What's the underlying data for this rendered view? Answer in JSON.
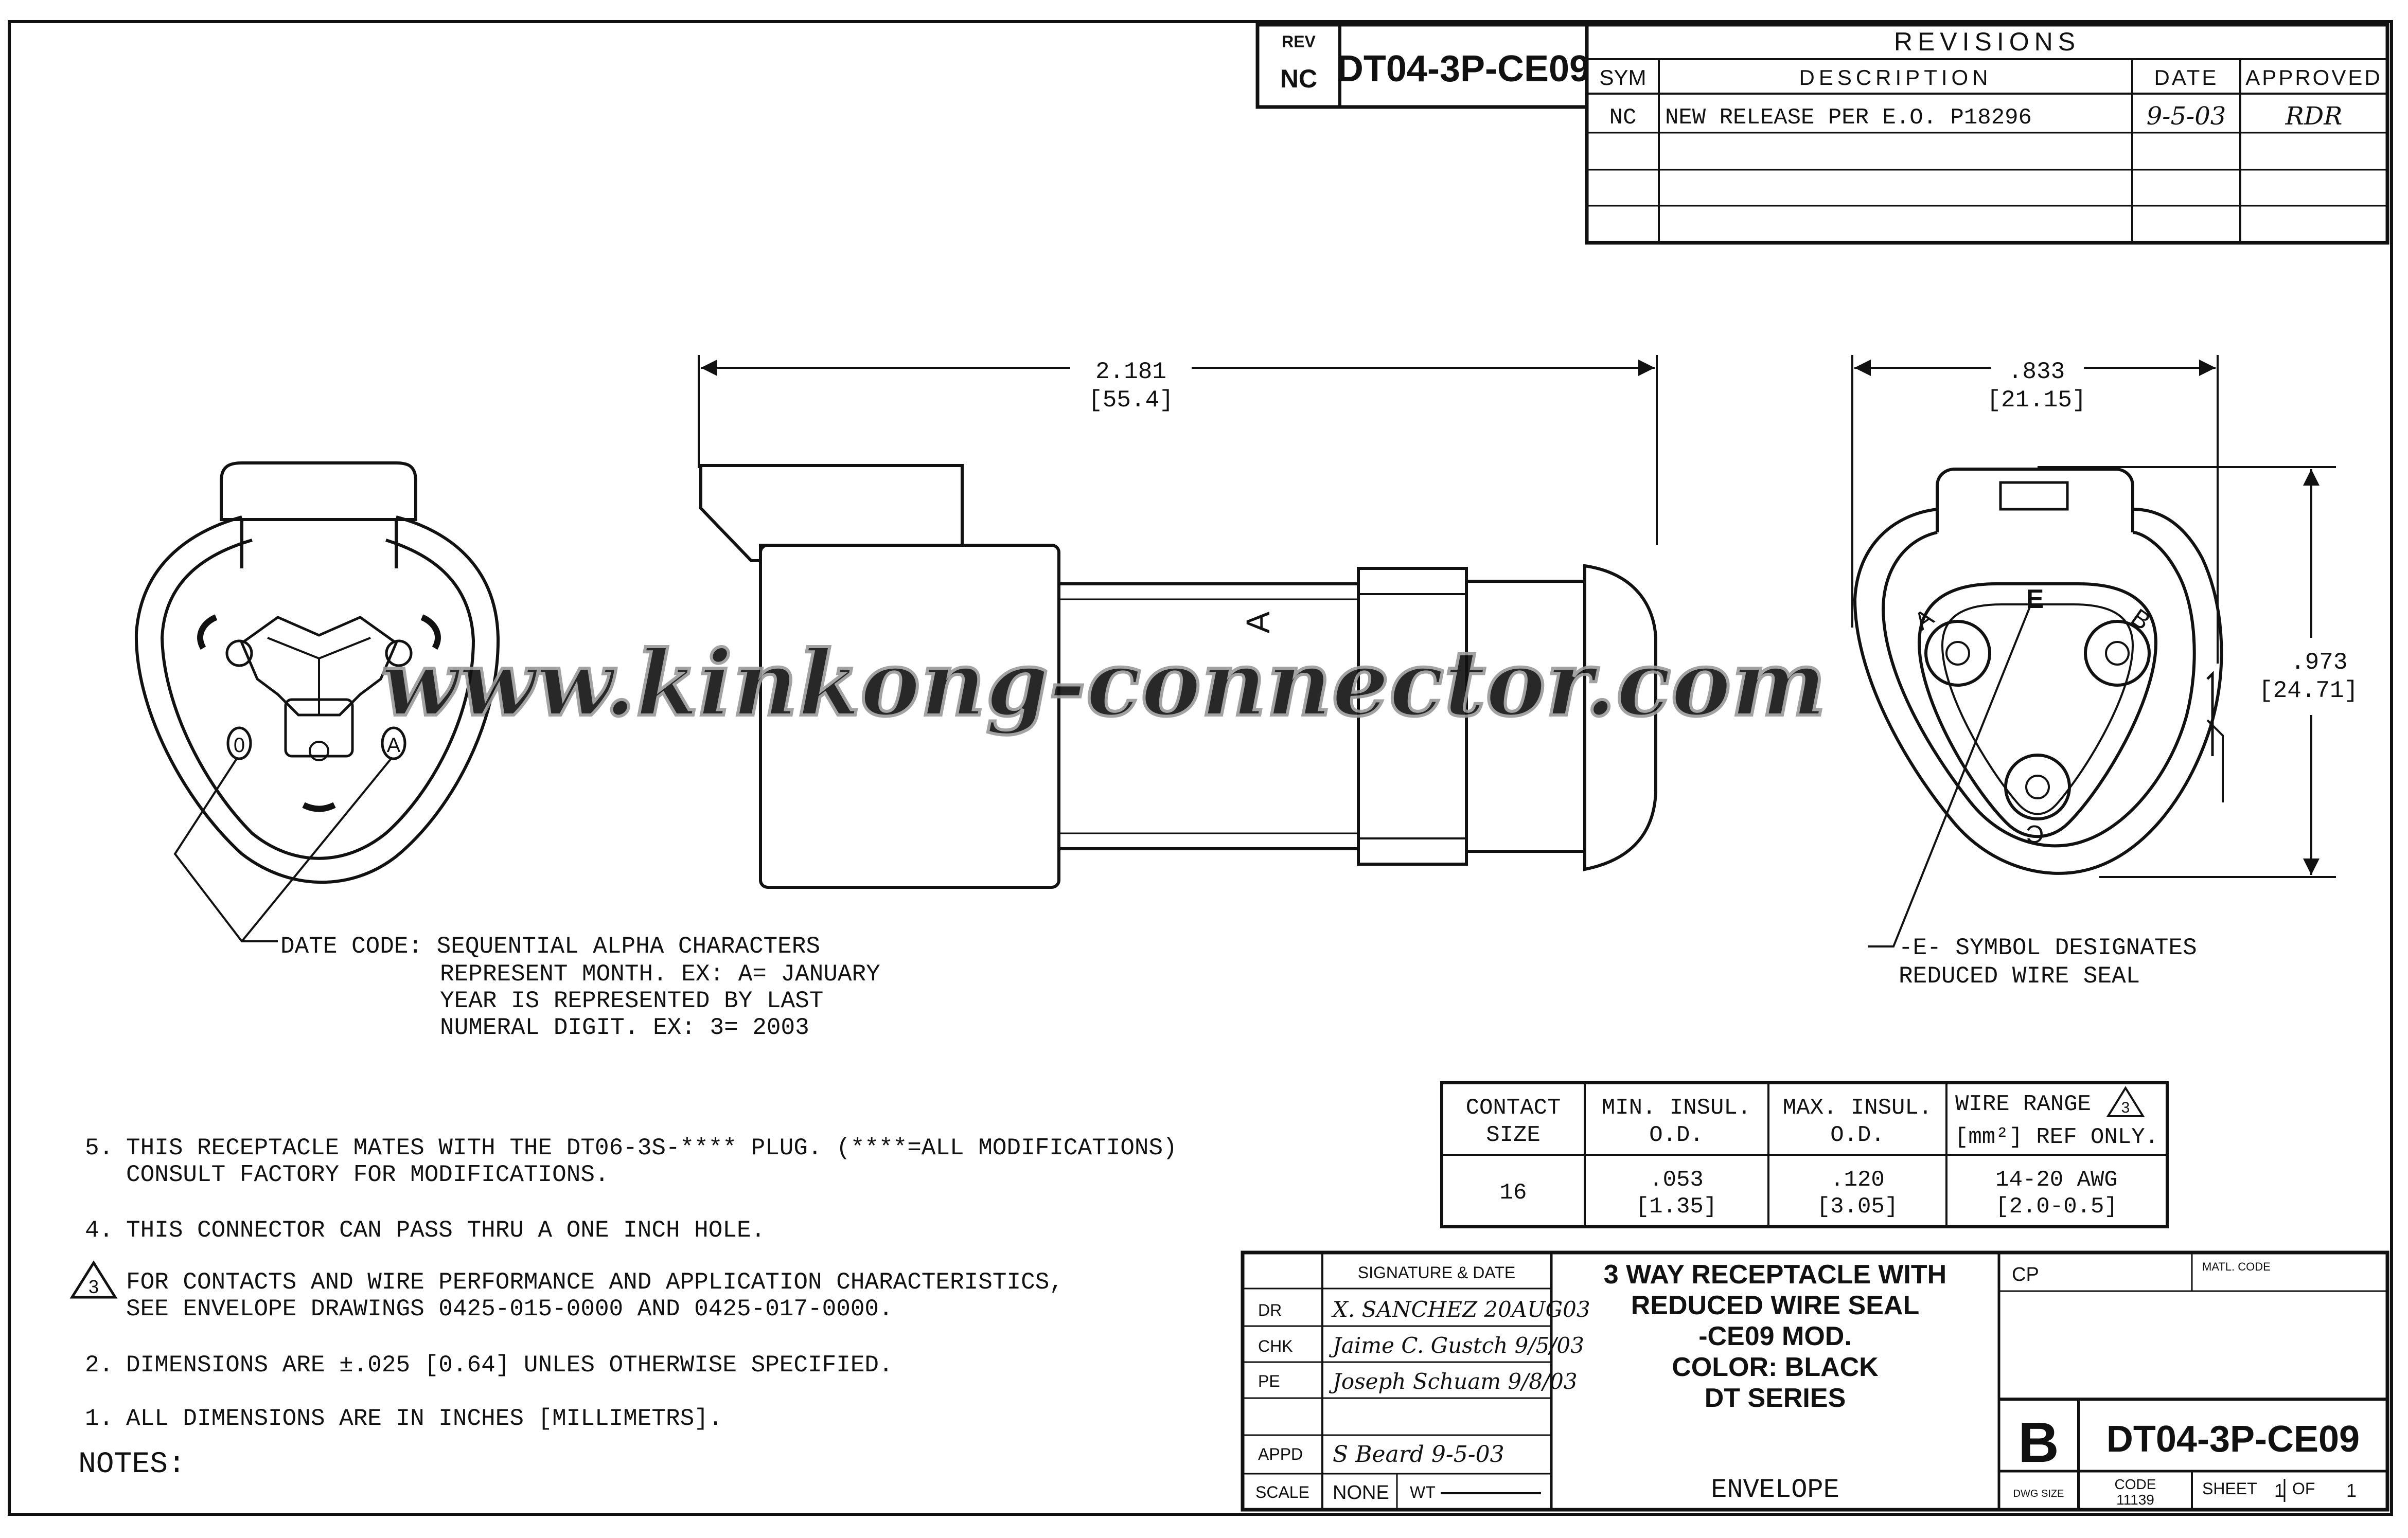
{
  "title_block": {
    "rev_label": "REV",
    "rev_value": "NC",
    "drawing_number": "DT04-3P-CE09",
    "size_letter": "B",
    "dwg_size_label": "DWG SIZE",
    "code_label": "CODE",
    "code_value": "11139",
    "sheet_label": "SHEET",
    "sheet_value": "1",
    "of_label": "OF",
    "of_value": "1",
    "cp_label": "CP",
    "matl_code_label": "MATL. CODE",
    "signature_header": "SIGNATURE & DATE",
    "rows": [
      {
        "role": "DR",
        "sig": "X. SANCHEZ 20AUG03"
      },
      {
        "role": "CHK",
        "sig": "Jaime C. Gustch 9/5/03"
      },
      {
        "role": "PE",
        "sig": "Joseph Schuam 9/8/03"
      },
      {
        "role": "APPD",
        "sig": "S Beard 9-5-03"
      }
    ],
    "scale_label": "SCALE",
    "scale_value": "NONE",
    "wt_label": "WT",
    "description_lines": [
      "3 WAY RECEPTACLE WITH",
      "REDUCED WIRE SEAL",
      "-CE09 MOD.",
      "COLOR: BLACK",
      "DT SERIES"
    ],
    "envelope": "ENVELOPE"
  },
  "revisions": {
    "title": "REVISIONS",
    "headers": [
      "SYM",
      "DESCRIPTION",
      "DATE",
      "APPROVED"
    ],
    "rows": [
      {
        "sym": "NC",
        "description": "NEW RELEASE PER E.O. P18296",
        "date": "9-5-03",
        "approved": "RDR"
      }
    ]
  },
  "dimensions": {
    "length_in": "2.181",
    "length_mm": "[55.4]",
    "width_in": ".833",
    "width_mm": "[21.15]",
    "height_in": ".973",
    "height_mm": "[24.71]"
  },
  "labels": {
    "side_letter": "A",
    "cavity_a": "A",
    "cavity_b": "B",
    "cavity_c": "C",
    "e_symbol": "E",
    "rear_date_letters": [
      "0",
      "A"
    ]
  },
  "callouts": {
    "date_code": [
      "DATE CODE: SEQUENTIAL ALPHA CHARACTERS",
      "REPRESENT MONTH. EX: A= JANUARY",
      "YEAR IS REPRESENTED BY LAST",
      "NUMERAL DIGIT. EX: 3= 2003"
    ],
    "e_symbol": [
      "-E- SYMBOL DESIGNATES",
      "REDUCED WIRE SEAL"
    ]
  },
  "wire_table": {
    "headers": [
      [
        "CONTACT",
        "SIZE"
      ],
      [
        "MIN. INSUL.",
        "O.D."
      ],
      [
        "MAX. INSUL.",
        "O.D."
      ],
      [
        "WIRE RANGE",
        "[mm²] REF ONLY."
      ]
    ],
    "note_flag": "3",
    "row": [
      [
        "16"
      ],
      [
        ".053",
        "[1.35]"
      ],
      [
        ".120",
        "[3.05]"
      ],
      [
        "14-20 AWG",
        "[2.0-0.5]"
      ]
    ]
  },
  "notes": {
    "heading": "NOTES:",
    "items": [
      {
        "num": "5.",
        "lines": [
          "THIS RECEPTACLE MATES WITH THE DT06-3S-**** PLUG. (****=ALL MODIFICATIONS)",
          "CONSULT FACTORY FOR MODIFICATIONS."
        ]
      },
      {
        "num": "4.",
        "lines": [
          "THIS CONNECTOR CAN PASS THRU A ONE INCH HOLE."
        ]
      },
      {
        "num": "3",
        "lines": [
          "FOR CONTACTS AND WIRE PERFORMANCE AND APPLICATION CHARACTERISTICS,",
          "SEE ENVELOPE DRAWINGS 0425-015-0000 AND 0425-017-0000."
        ]
      },
      {
        "num": "2.",
        "lines": [
          "DIMENSIONS ARE ±.025 [0.64] UNLES OTHERWISE SPECIFIED."
        ]
      },
      {
        "num": "1.",
        "lines": [
          "ALL DIMENSIONS ARE IN INCHES [MILLIMETRS]."
        ]
      }
    ]
  },
  "watermark": "www.kinkong-connector.com"
}
